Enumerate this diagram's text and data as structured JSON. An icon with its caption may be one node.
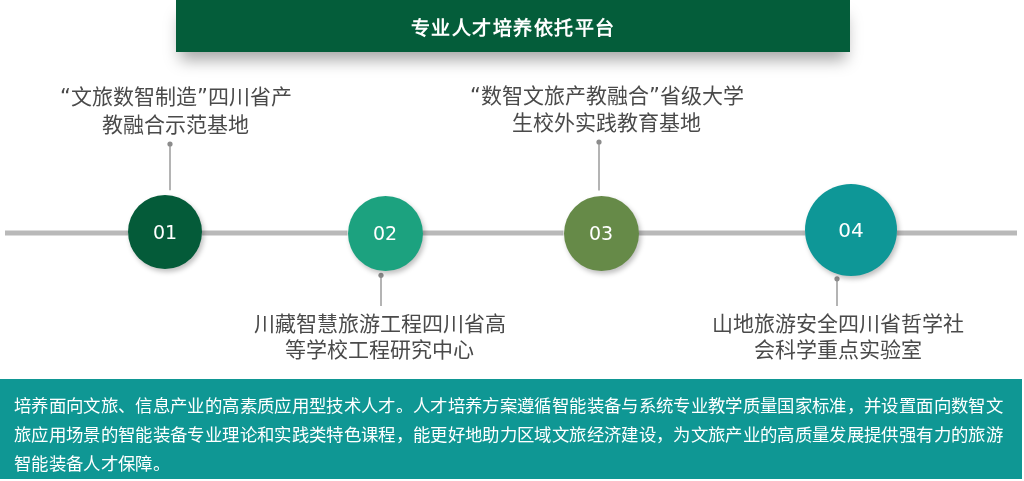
{
  "diagram": {
    "title": "专业人才培养依托平台",
    "nodes": [
      {
        "text": [
          "“文旅数智制造”四川省产教融合示范基地"
        ]
      },
      {
        "text": [
          "“数智文旅产教融合”省级大学生校外实践教育基地"
        ]
      },
      {
        "text": [
          "01"
        ]
      },
      {
        "text": [
          "02"
        ]
      },
      {
        "text": [
          "03"
        ]
      },
      {
        "text": [
          "04"
        ]
      },
      {
        "text": [
          "川藏智慧旅游工程四川省高等学校工程研究中心"
        ]
      },
      {
        "text": [
          "山地旅游安全四川省哲学社会科学重点实验室"
        ]
      },
      {
        "text": [
          "培养面向文旅、信息产业的高素质应用型技术人才。人才培养方案遵循智能装备与系统专业教学质量国家标准，并设置面向数智文旅应用场景的智能装备专业理论和实践类特色课程，能更好地助力区域文旅经济建设，为文旅产业的高质量发展提供强有力的旅游智能装备人才保障。"
        ]
      }
    ],
    "edges": [
      {
        "from": null,
        "to": 2,
        "arrow": "none"
      },
      {
        "from": 2,
        "to": 3,
        "arrow": "none"
      },
      {
        "from": 3,
        "to": 4,
        "arrow": "none"
      },
      {
        "from": 4,
        "to": 5,
        "arrow": "none"
      },
      {
        "from": 5,
        "to": null,
        "arrow": "none"
      },
      {
        "from": 0,
        "to": 2,
        "arrow": "other",
        "color": "#8c8c8c"
      },
      {
        "from": 1,
        "to": 4,
        "arrow": "other",
        "color": "#8c8c8c"
      },
      {
        "from": 3,
        "to": 6,
        "arrow": "other",
        "color": "#8c8c8c"
      },
      {
        "from": 5,
        "to": 7,
        "arrow": "other",
        "color": "#8c8c8c"
      }
    ]
  }
}
